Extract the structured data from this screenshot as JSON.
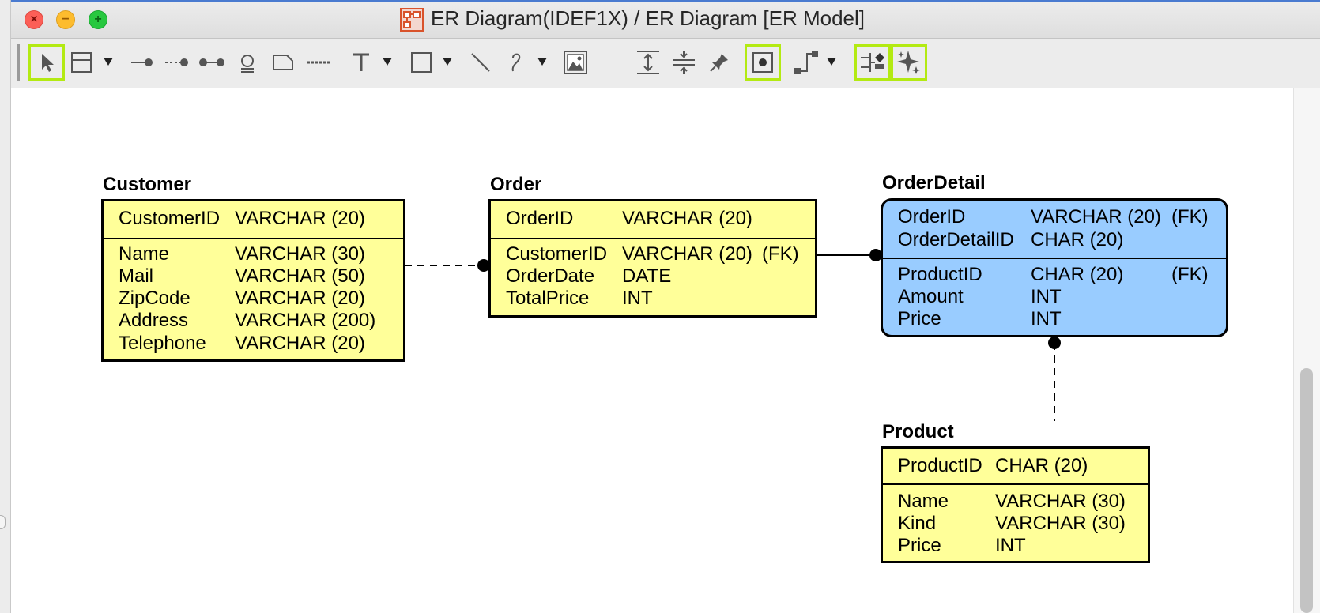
{
  "window": {
    "title": "ER Diagram(IDEF1X) / ER Diagram [ER Model]",
    "close_glyph": "×",
    "minimize_glyph": "−",
    "maximize_glyph": "+"
  },
  "toolbar": {
    "tools": [
      {
        "name": "select-tool",
        "icon": "arrow-cursor-icon",
        "selected": true
      },
      {
        "name": "entity-tool",
        "icon": "entity-box-icon"
      },
      {
        "name": "identifying-relationship-tool",
        "icon": "solid-line-dot-icon"
      },
      {
        "name": "non-identifying-relationship-tool",
        "icon": "dashed-line-dot-icon"
      },
      {
        "name": "many-to-many-relationship-tool",
        "icon": "dot-line-dot-icon"
      },
      {
        "name": "subtype-tool",
        "icon": "subtype-icon"
      },
      {
        "name": "note-tool",
        "icon": "note-icon"
      },
      {
        "name": "note-anchor-tool",
        "icon": "dotted-line-icon"
      },
      {
        "name": "text-tool",
        "icon": "text-t-icon"
      },
      {
        "name": "rectangle-tool",
        "icon": "rectangle-icon"
      },
      {
        "name": "line-tool",
        "icon": "line-icon"
      },
      {
        "name": "freehand-tool",
        "icon": "curve-icon"
      },
      {
        "name": "image-tool",
        "icon": "image-icon"
      },
      {
        "name": "expand-space-tool",
        "icon": "expand-vertical-icon"
      },
      {
        "name": "shrink-space-tool",
        "icon": "shrink-vertical-icon"
      },
      {
        "name": "pin-tool",
        "icon": "pin-icon"
      },
      {
        "name": "anchor-point-toggle",
        "icon": "dot-in-square-icon",
        "selected": true
      },
      {
        "name": "line-style-tool",
        "icon": "right-angle-line-icon"
      },
      {
        "name": "align-tool",
        "icon": "align-icon",
        "selected": true
      },
      {
        "name": "sparkle-tool",
        "icon": "sparkle-icon",
        "selected": true
      }
    ]
  },
  "diagram": {
    "colors": {
      "entity_fill": "#ffff99",
      "dependent_fill": "#99ccff",
      "border": "#000000"
    },
    "entities": {
      "customer": {
        "name": "Customer",
        "pk": [
          {
            "col": "CustomerID",
            "type": "VARCHAR (20)",
            "fk": ""
          }
        ],
        "attrs": [
          {
            "col": "Name",
            "type": "VARCHAR (30)",
            "fk": ""
          },
          {
            "col": "Mail",
            "type": "VARCHAR (50)",
            "fk": ""
          },
          {
            "col": "ZipCode",
            "type": "VARCHAR (20)",
            "fk": ""
          },
          {
            "col": "Address",
            "type": "VARCHAR (200)",
            "fk": ""
          },
          {
            "col": "Telephone",
            "type": "VARCHAR (20)",
            "fk": ""
          }
        ]
      },
      "order": {
        "name": "Order",
        "pk": [
          {
            "col": "OrderID",
            "type": "VARCHAR (20)",
            "fk": ""
          }
        ],
        "attrs": [
          {
            "col": "CustomerID",
            "type": "VARCHAR (20)",
            "fk": "(FK)"
          },
          {
            "col": "OrderDate",
            "type": "DATE",
            "fk": ""
          },
          {
            "col": "TotalPrice",
            "type": "INT",
            "fk": ""
          }
        ]
      },
      "order_detail": {
        "name": "OrderDetail",
        "pk": [
          {
            "col": "OrderID",
            "type": "VARCHAR (20)",
            "fk": "(FK)"
          },
          {
            "col": "OrderDetailID",
            "type": "CHAR (20)",
            "fk": ""
          }
        ],
        "attrs": [
          {
            "col": "ProductID",
            "type": "CHAR (20)",
            "fk": "(FK)"
          },
          {
            "col": "Amount",
            "type": "INT",
            "fk": ""
          },
          {
            "col": "Price",
            "type": "INT",
            "fk": ""
          }
        ]
      },
      "product": {
        "name": "Product",
        "pk": [
          {
            "col": "ProductID",
            "type": "CHAR (20)",
            "fk": ""
          }
        ],
        "attrs": [
          {
            "col": "Name",
            "type": "VARCHAR (30)",
            "fk": ""
          },
          {
            "col": "Kind",
            "type": "VARCHAR (30)",
            "fk": ""
          },
          {
            "col": "Price",
            "type": "INT",
            "fk": ""
          }
        ]
      }
    },
    "relationships": [
      {
        "from": "Customer",
        "to": "Order",
        "kind": "non-identifying",
        "style": "dashed"
      },
      {
        "from": "Order",
        "to": "OrderDetail",
        "kind": "identifying",
        "style": "solid"
      },
      {
        "from": "Product",
        "to": "OrderDetail",
        "kind": "non-identifying",
        "style": "dashed"
      }
    ]
  }
}
